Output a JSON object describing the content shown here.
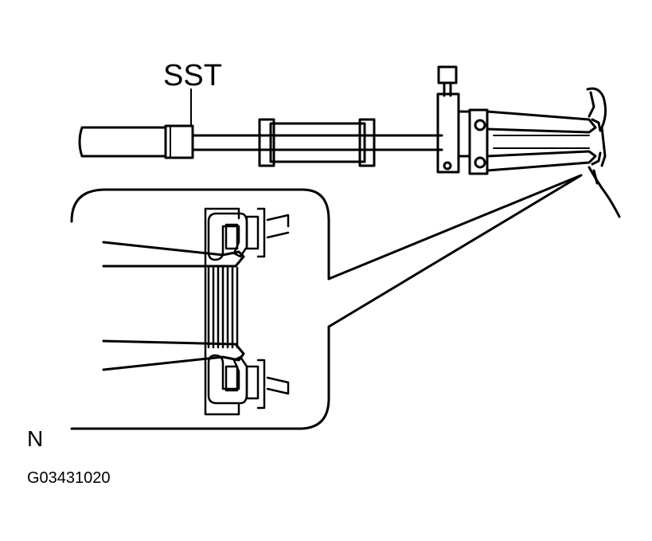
{
  "labels": {
    "tool": "SST",
    "orientation": "N",
    "figure_code": "G03431020"
  }
}
